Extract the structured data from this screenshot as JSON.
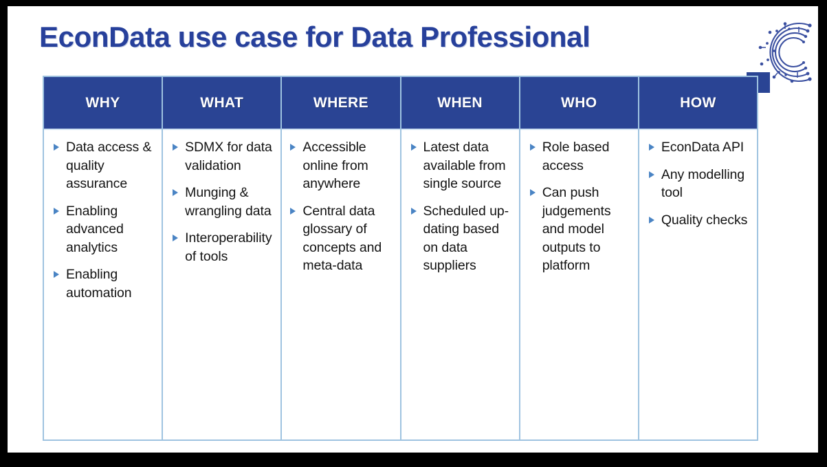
{
  "slide": {
    "title": "EconData use case for Data Professional",
    "title_color": "#27409B",
    "header_bg_color": "#2A4494",
    "header_text_color": "#FFFFFF",
    "border_color": "#9FC3E0",
    "bullet_marker_color": "#4A84C4",
    "body_text_color": "#131313"
  },
  "logo": {
    "name": "econdata-circuit-c-logo",
    "arc_color": "#3A4FA0",
    "square_color": "#2A4494"
  },
  "table": {
    "columns": [
      {
        "key": "why",
        "header": "WHY",
        "items": [
          "Data access & quality assurance",
          "Enabling advanced analytics",
          "Enabling automation"
        ]
      },
      {
        "key": "what",
        "header": "WHAT",
        "items": [
          "SDMX for data validation",
          "Munging & wrangling data",
          "Interoperability of tools"
        ]
      },
      {
        "key": "where",
        "header": "WHERE",
        "items": [
          "Accessible online from anywhere",
          "Central data glossary of concepts and meta-data"
        ]
      },
      {
        "key": "when",
        "header": "WHEN",
        "items": [
          "Latest data available from single source",
          "Scheduled up-dating based on data suppliers"
        ]
      },
      {
        "key": "who",
        "header": "WHO",
        "items": [
          "Role based access",
          "Can push judgements and model outputs to platform"
        ]
      },
      {
        "key": "how",
        "header": "HOW",
        "items": [
          "EconData API",
          "Any modelling tool",
          "Quality checks"
        ]
      }
    ]
  }
}
